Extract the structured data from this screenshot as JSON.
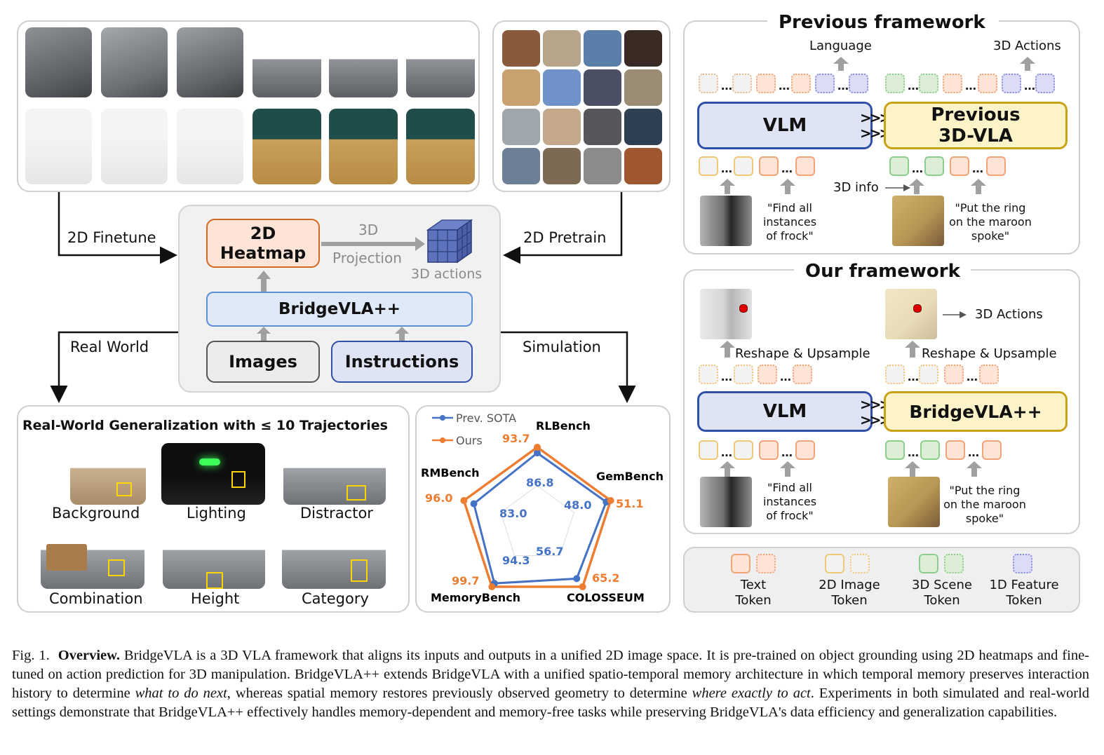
{
  "arrows_labels": {
    "finetune": "2D Finetune",
    "pretrain": "2D Pretrain",
    "real_world": "Real World",
    "simulation": "Simulation"
  },
  "center": {
    "heatmap_line1": "2D",
    "heatmap_line2": "Heatmap",
    "projection_line1": "3D",
    "projection_line2": "Projection",
    "actions": "3D actions",
    "model": "BridgeVLA++",
    "images": "Images",
    "instructions": "Instructions"
  },
  "realworld": {
    "title": "Real-World Generalization with ≤ 10 Trajectories",
    "items": [
      "Background",
      "Lighting",
      "Distractor",
      "Combination",
      "Height",
      "Category"
    ]
  },
  "chart_data": {
    "type": "radar",
    "axes": [
      "RLBench",
      "GemBench",
      "COLOSSEUM",
      "MemoryBench",
      "RMBench"
    ],
    "series": [
      {
        "name": "Prev. SOTA",
        "values": [
          86.8,
          48.0,
          56.7,
          94.3,
          83.0
        ],
        "color": "#4472c4"
      },
      {
        "name": "Ours",
        "values": [
          93.7,
          51.1,
          65.2,
          99.7,
          96.0
        ],
        "color": "#ed7d31"
      }
    ],
    "legend_position": "top-left"
  },
  "previous": {
    "title": "Previous framework",
    "language": "Language",
    "actions": "3D Actions",
    "vlm": "VLM",
    "vla_line1": "Previous",
    "vla_line2": "3D-VLA",
    "info": "3D info",
    "q1": "\"Find all instances of frock\"",
    "q2": "\"Put the ring on the maroon spoke\""
  },
  "ours": {
    "title": "Our framework",
    "actions": "3D Actions",
    "reshape1": "Reshape & Upsample",
    "reshape2": "Reshape & Upsample",
    "vlm": "VLM",
    "model": "BridgeVLA++",
    "q1": "\"Find all instances of frock\"",
    "q2": "\"Put the ring on the maroon spoke\""
  },
  "legend": {
    "text": "Text Token",
    "image2d": "2D Image Token",
    "scene3d": "3D Scene Token",
    "feature1d": "1D Feature Token"
  },
  "colors": {
    "orange": "#ed7d31",
    "blue": "#4472c4",
    "vlm_fill": "#dfe4f5",
    "vlm_border": "#2f4fa8",
    "vla_fill": "#fdf3c8",
    "vla_border": "#c9a317",
    "heatmap_fill": "#fde4d6",
    "heatmap_border": "#d2691e"
  },
  "caption": {
    "label": "Fig. 1.",
    "bold": "Overview.",
    "p1": "BridgeVLA is a 3D VLA framework that aligns its inputs and outputs in a unified 2D image space. It is pre-trained on object grounding using 2D heatmaps and fine-tuned on action prediction for 3D manipulation. BridgeVLA++ extends BridgeVLA with a unified spatio-temporal memory architecture in which temporal memory preserves interaction history to determine",
    "i1": "what to do next",
    "p2": ", whereas spatial memory restores previously observed geometry to determine",
    "i2": "where exactly to act",
    "p3": ". Experiments in both simulated and real-world settings demonstrate that BridgeVLA++ effectively handles memory-dependent and memory-free tasks while preserving BridgeVLA's data efficiency and generalization capabilities."
  }
}
